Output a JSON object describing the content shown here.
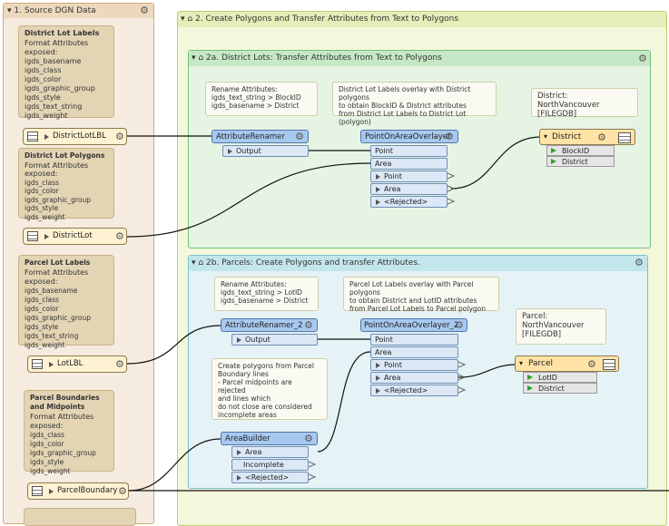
{
  "bookmarks": {
    "source": {
      "title": "1. Source DGN Data"
    },
    "main": {
      "title": "2. Create Polygons and Transfer Attributes from Text to Polygons"
    },
    "lots": {
      "title": "2a. District Lots: Transfer Attributes from Text to Polygons"
    },
    "parcels": {
      "title": "2b. Parcels: Create Polygons and transfer Attributes."
    }
  },
  "source_notes": [
    {
      "title": "District Lot Labels",
      "subtitle": "Format Attributes exposed:",
      "attrs": [
        "igds_basename",
        "igds_class",
        "igds_color",
        "igds_graphic_group",
        "igds_style",
        "igds_text_string",
        "igds_weight"
      ]
    },
    {
      "title": "District Lot Polygons",
      "subtitle": "Format Attributes exposed:",
      "attrs": [
        "igds_class",
        "igds_color",
        "igds_graphic_group",
        "igds_style",
        "igds_weight"
      ]
    },
    {
      "title": "Parcel Lot Labels",
      "subtitle": "Format Attributes exposed:",
      "attrs": [
        "igds_basename",
        "igds_class",
        "igds_color",
        "igds_graphic_group",
        "igds_style",
        "igds_text_string",
        "igds_weight"
      ]
    },
    {
      "title": "Parcel Boundaries and Midpoints",
      "subtitle": "Format Attributes exposed:",
      "attrs": [
        "igds_class",
        "igds_color",
        "igds_graphic_group",
        "igds_style",
        "igds_weight"
      ]
    }
  ],
  "readers": [
    "DistrictLotLBL",
    "DistrictLot",
    "LotLBL",
    "ParcelBoundary"
  ],
  "annotations": {
    "rename_a": [
      "Rename Attributes:",
      "igds_text_string > BlockID",
      "igds_basename > District"
    ],
    "overlay_a": [
      "District Lot Labels overlay with District polygons",
      "to obtain BlockID & District attributes",
      "from District Lot Labels to District Lot (polygon)"
    ],
    "writer_a": [
      "District: NorthVancouver",
      "[FILEGDB]"
    ],
    "rename_b": [
      "Rename Attributes:",
      "igds_text_string > LotID",
      "igds_basename > District"
    ],
    "overlay_b": [
      "Parcel Lot Labels overlay with Parcel polygons",
      "to obtain District and LotID attributes",
      "from Parcel Lot Labels to Parcel polygon"
    ],
    "writer_b": [
      "Parcel:",
      "NorthVancouver",
      "[FILEGDB]"
    ],
    "area_builder": [
      "Create polygons from Parcel",
      "Boundary lines",
      "- Parcel midpoints are rejected",
      "and lines which",
      "do not close are considered",
      "incomplete areas"
    ]
  },
  "transformers": {
    "renamer_a": {
      "name": "AttributeRenamer",
      "ports": [
        "Output"
      ]
    },
    "overlay_a": {
      "name": "PointOnAreaOverlayer",
      "inputs": [
        "Point",
        "Area"
      ],
      "outputs": [
        "Point",
        "Area",
        "<Rejected>"
      ]
    },
    "renamer_b": {
      "name": "AttributeRenamer_2",
      "ports": [
        "Output"
      ]
    },
    "overlay_b": {
      "name": "PointOnAreaOverlayer_2",
      "inputs": [
        "Point",
        "Area"
      ],
      "outputs": [
        "Point",
        "Area",
        "<Rejected>"
      ]
    },
    "area_builder": {
      "name": "AreaBuilder",
      "ports": [
        "Area",
        "Incomplete",
        "<Rejected>"
      ]
    }
  },
  "writers": {
    "district": {
      "name": "District",
      "attrs": [
        "BlockID",
        "District"
      ]
    },
    "parcel": {
      "name": "Parcel",
      "attrs": [
        "LotID",
        "District"
      ]
    }
  },
  "colors": {
    "source_bm": "#f5ecdf",
    "main_bm": "#f3f7dc",
    "lots_bm": "#e6f4e4",
    "parcels_bm": "#e5f3f6",
    "transformer": "#a8c9ef",
    "reader": "#fff2d2"
  }
}
